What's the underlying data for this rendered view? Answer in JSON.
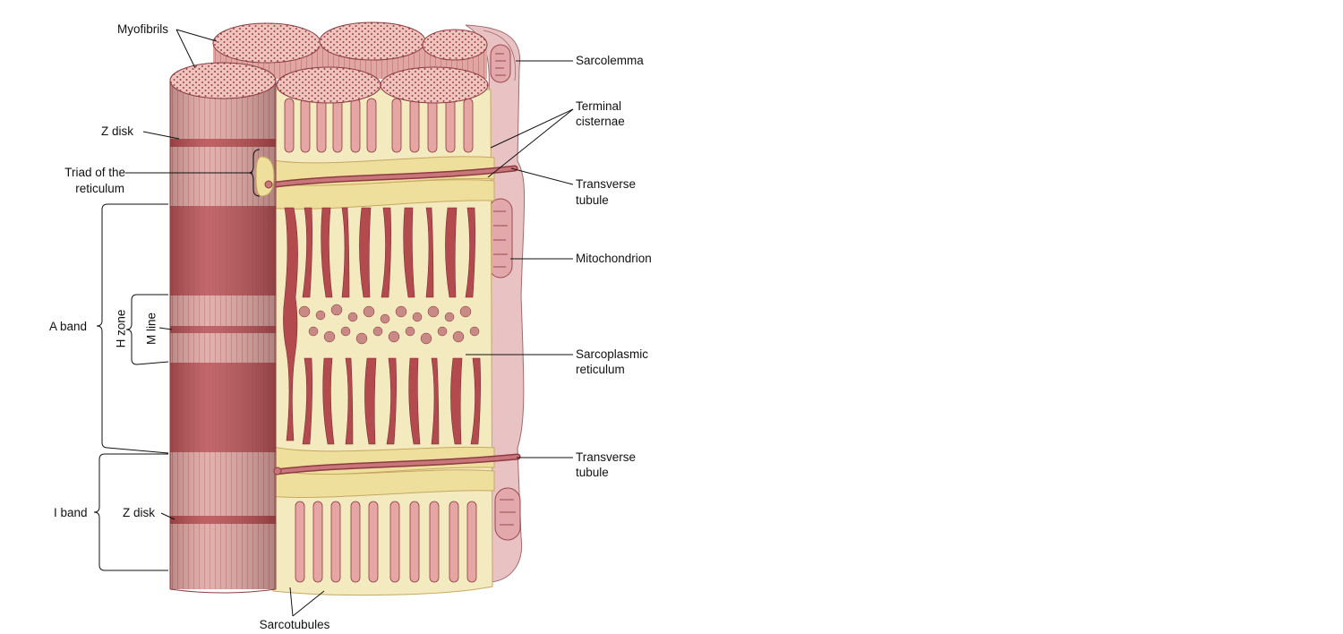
{
  "labels": {
    "myofibrils": "Myofibrils",
    "z_disk_top": "Z disk",
    "triad_line1": "Triad of the",
    "triad_line2": "reticulum",
    "a_band": "A band",
    "h_zone": "H zone",
    "m_line": "M line",
    "i_band": "I band",
    "z_disk_bottom": "Z disk",
    "sarcotubules": "Sarcotubules",
    "sarcolemma": "Sarcolemma",
    "terminal_line1": "Terminal",
    "terminal_line2": "cisternae",
    "transverse_top_line1": "Transverse",
    "transverse_top_line2": "tubule",
    "mitochondrion": "Mitochondrion",
    "sarcoplasmic_line1": "Sarcoplasmic",
    "sarcoplasmic_line2": "reticulum",
    "transverse_bottom_line1": "Transverse",
    "transverse_bottom_line2": "tubule"
  },
  "colors": {
    "myofibril_light": "#e0a9a5",
    "myofibril_dark": "#b4484c",
    "myofibril_end": "#e8b8b2",
    "reticulum": "#f4eac0",
    "reticulum_shadow": "#e8d79a",
    "sarcolemma": "#e9c2c4",
    "tubule": "#b8636a"
  }
}
